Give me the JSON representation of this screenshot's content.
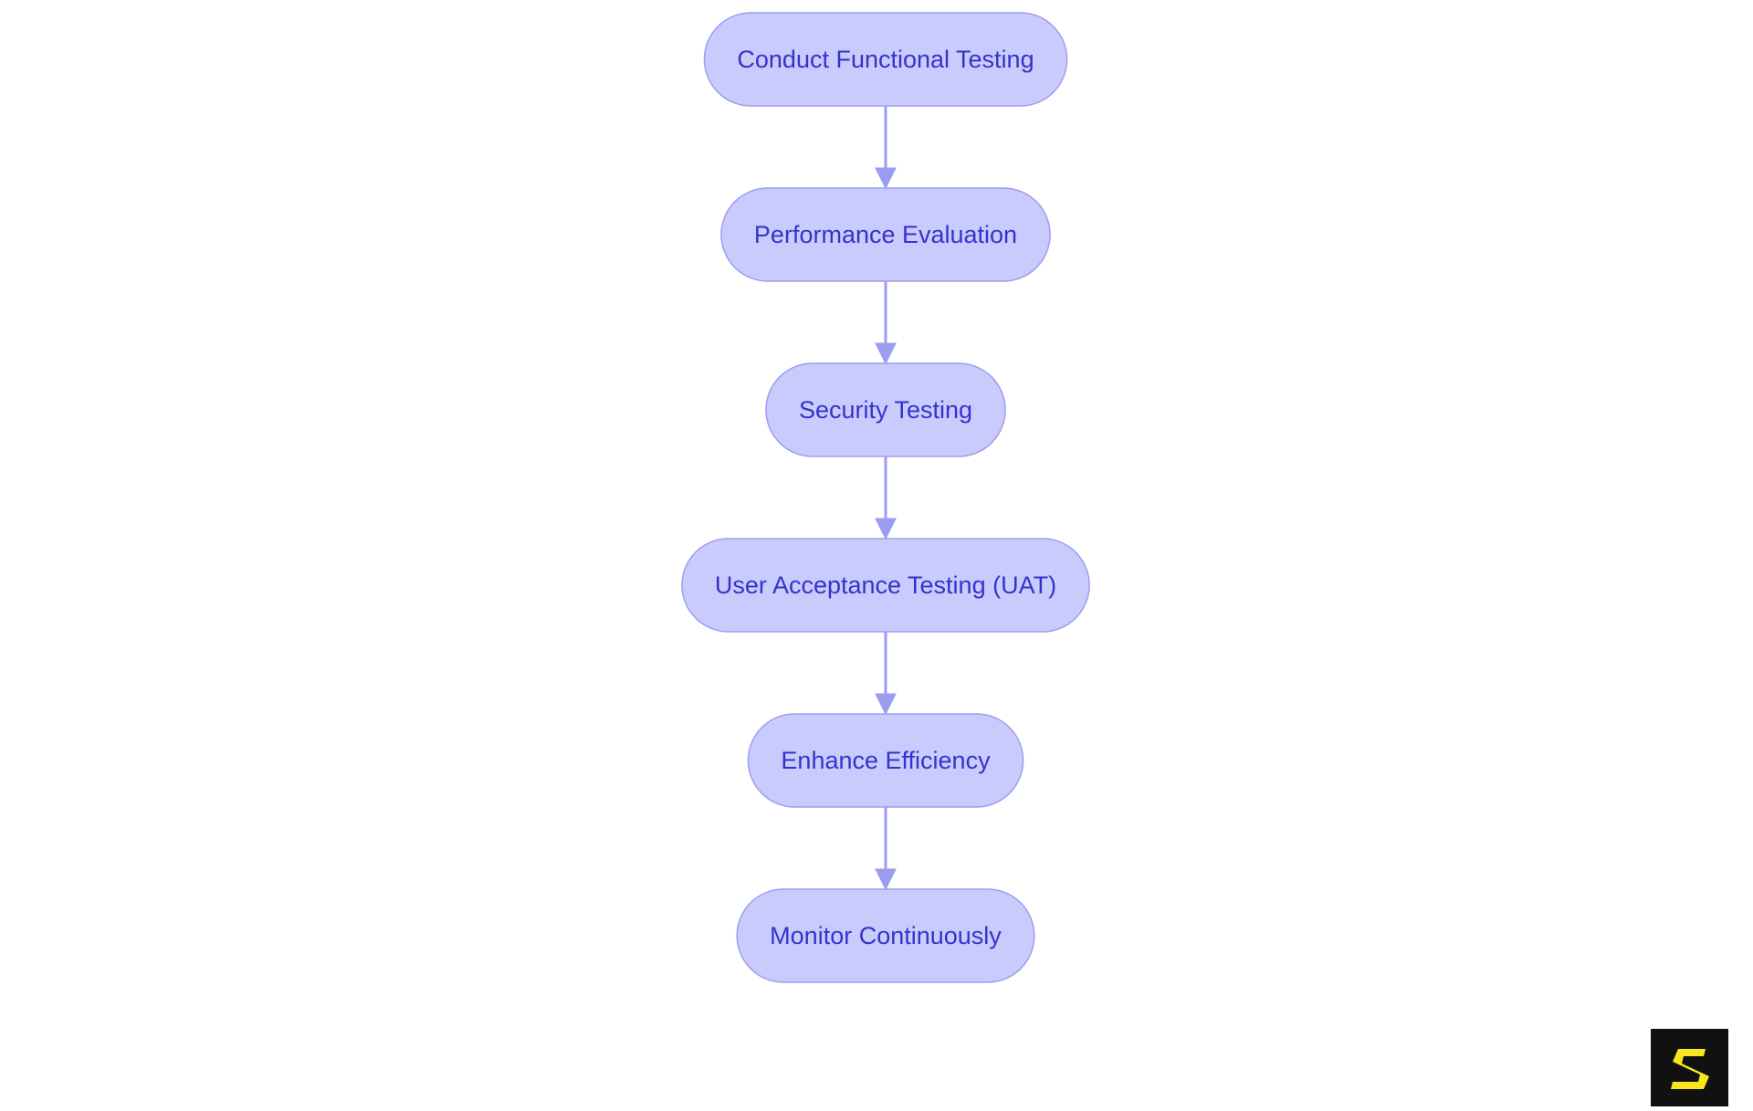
{
  "diagram": {
    "type": "flowchart",
    "direction": "top-to-bottom",
    "nodes": [
      {
        "id": "n1",
        "label": "Conduct Functional Testing"
      },
      {
        "id": "n2",
        "label": "Performance Evaluation"
      },
      {
        "id": "n3",
        "label": "Security Testing"
      },
      {
        "id": "n4",
        "label": "User Acceptance Testing (UAT)"
      },
      {
        "id": "n5",
        "label": "Enhance Efficiency"
      },
      {
        "id": "n6",
        "label": "Monitor Continuously"
      }
    ],
    "edges": [
      {
        "from": "n1",
        "to": "n2"
      },
      {
        "from": "n2",
        "to": "n3"
      },
      {
        "from": "n3",
        "to": "n4"
      },
      {
        "from": "n4",
        "to": "n5"
      },
      {
        "from": "n5",
        "to": "n6"
      }
    ]
  },
  "colors": {
    "node_fill": "#cacbfd",
    "node_stroke": "#9b9ef0",
    "node_text": "#3333cc",
    "edge": "#9b9ef0",
    "logo_background": "#111111",
    "logo_mark": "#f5e61e"
  },
  "logo": {
    "icon": "s-logo-icon"
  }
}
